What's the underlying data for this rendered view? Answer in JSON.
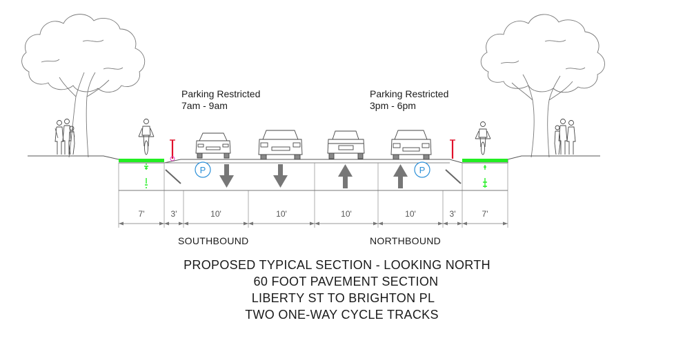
{
  "parking": {
    "left": {
      "line1": "Parking Restricted",
      "line2": "7am - 9am"
    },
    "right": {
      "line1": "Parking Restricted",
      "line2": "3pm - 6pm"
    }
  },
  "dimensions": {
    "lanes": [
      "7'",
      "3'",
      "10'",
      "10'",
      "10'",
      "10'",
      "3'",
      "7'"
    ]
  },
  "directions": {
    "southbound": "SOUTHBOUND",
    "northbound": "NORTHBOUND"
  },
  "parking_symbol": "P",
  "title": {
    "line1": "PROPOSED TYPICAL SECTION - LOOKING NORTH",
    "line2": "60 FOOT PAVEMENT SECTION",
    "line3": "LIBERTY ST TO BRIGHTON PL",
    "line4": "TWO ONE-WAY CYCLE TRACKS"
  },
  "colors": {
    "cycle_track": "#22ee22",
    "bollard": "#e0102a",
    "parking_circle": "#2a8fd8",
    "line": "#666666"
  }
}
